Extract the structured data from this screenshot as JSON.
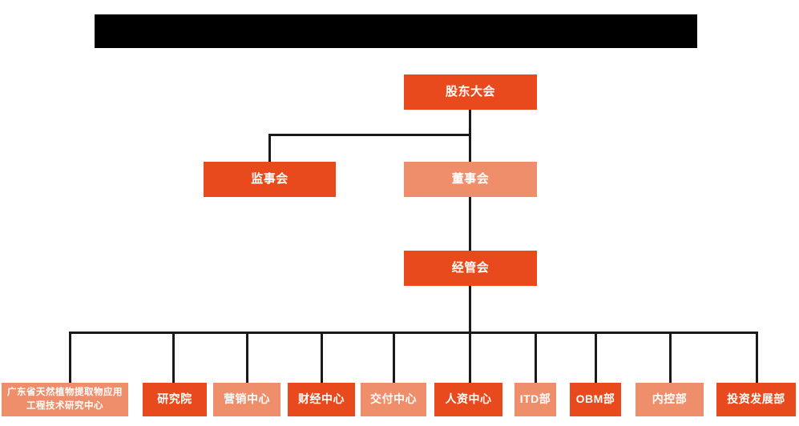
{
  "page": {
    "title_bar": {
      "label": "",
      "redacted": true,
      "color": "#000000"
    },
    "background_color": "#ffffff",
    "line_color": "#1a1a1a"
  },
  "colors": {
    "dark_orange": "#E8491D",
    "light_salmon": "#EF8E6B",
    "text": "#ffffff"
  },
  "org_chart": {
    "level1": {
      "label": "股东大会",
      "style": "dark"
    },
    "level2": [
      {
        "label": "监事会",
        "style": "dark"
      },
      {
        "label": "董事会",
        "style": "light"
      }
    ],
    "level3": {
      "label": "经管会",
      "style": "dark"
    },
    "departments": [
      {
        "label": "广东省天然植物提取物应用工程技术研究中心",
        "style": "light",
        "multiline": true
      },
      {
        "label": "研究院",
        "style": "dark"
      },
      {
        "label": "营销中心",
        "style": "light"
      },
      {
        "label": "财经中心",
        "style": "dark"
      },
      {
        "label": "交付中心",
        "style": "light"
      },
      {
        "label": "人资中心",
        "style": "dark"
      },
      {
        "label": "ITD部",
        "style": "light"
      },
      {
        "label": "OBM部",
        "style": "dark"
      },
      {
        "label": "内控部",
        "style": "light"
      },
      {
        "label": "投资发展部",
        "style": "dark"
      }
    ]
  }
}
